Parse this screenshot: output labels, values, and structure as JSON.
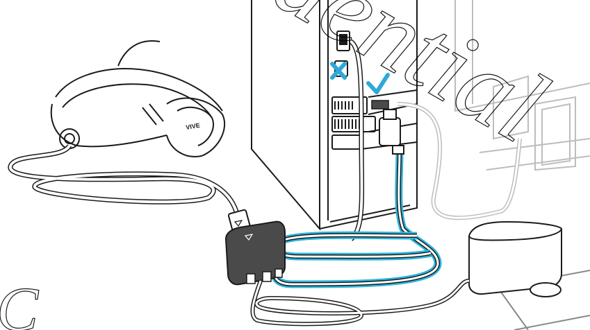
{
  "illustration": {
    "watermark_text": "Confidential",
    "watermark_text_bottom": "C",
    "headset_brand": "VIVE",
    "marks": {
      "incorrect": "cross-mark",
      "correct": "check-mark"
    },
    "colors": {
      "highlight_cable": "#2cb5dc",
      "incorrect_mark": "#2fa8d8",
      "correct_mark": "#2fa8d8",
      "line": "#1a1a1a",
      "link_box": "#4a4a4a",
      "watermark": "#000000"
    }
  }
}
